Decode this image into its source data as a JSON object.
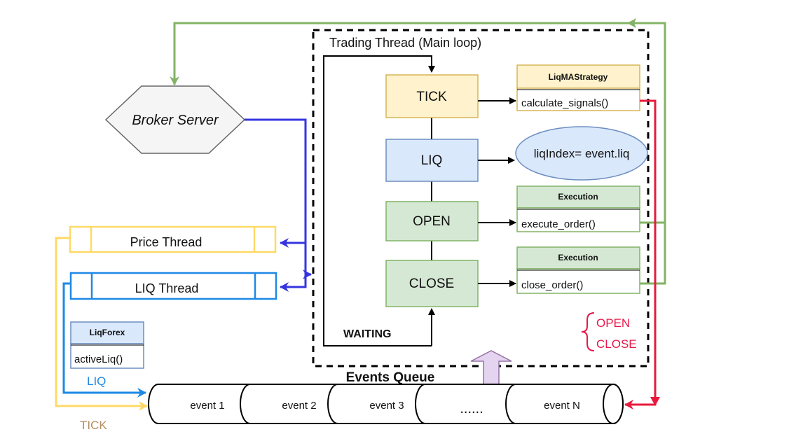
{
  "diagram": {
    "main_loop_title": "Trading Thread (Main loop)",
    "waiting_label": "WAITING",
    "broker_server": "Broker Server",
    "states": {
      "tick": "TICK",
      "liq": "LIQ",
      "open": "OPEN",
      "close": "CLOSE"
    },
    "strategy_class": {
      "name": "LiqMAStrategy",
      "method": "calculate_signals()"
    },
    "liq_action": "liqIndex= event.liq",
    "execution_open": {
      "name": "Execution",
      "method": "execute_order()"
    },
    "execution_close": {
      "name": "Execution",
      "method": "close_order()"
    },
    "brace_labels": {
      "open": "OPEN",
      "close": "CLOSE"
    },
    "threads": {
      "price": "Price Thread",
      "liq": "LIQ Thread"
    },
    "liqforex_class": {
      "name": "LiqForex",
      "method": "activeLiq()"
    },
    "edge_labels": {
      "liq": "LIQ",
      "tick": "TICK"
    },
    "events_queue": {
      "title": "Events Queue",
      "cells": [
        "event 1",
        "event 2",
        "event 3",
        "......",
        "event N"
      ]
    },
    "colors": {
      "tick_fill": "#fff2cc",
      "tick_border": "#d6b656",
      "blue_fill": "#dae8fc",
      "blue_border": "#6c8ebf",
      "green_fill": "#d5e8d4",
      "green_border": "#82b366",
      "broker_fill": "#f5f5f5",
      "thread_yellow": "#ffd966",
      "thread_blue": "#1e88e5",
      "arrow_blue": "#3535e0",
      "arrow_green": "#82b366",
      "arrow_red": "#e8193c",
      "arrow_purple": "#c9b3d9",
      "label_blue": "#1e88e5",
      "label_tick": "#b58e63",
      "label_red": "#e8194a"
    }
  }
}
